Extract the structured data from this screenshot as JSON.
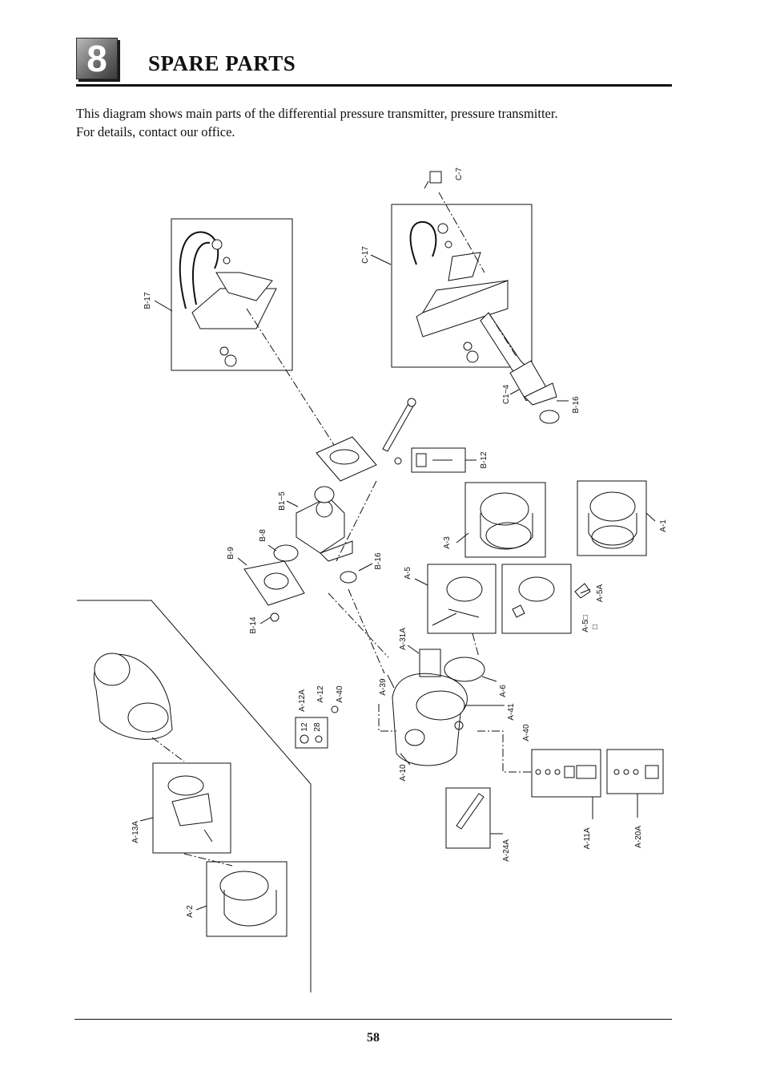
{
  "header": {
    "chapter_number": "8",
    "title": "SPARE PARTS"
  },
  "intro": {
    "line1": "This diagram shows main parts of the differential pressure transmitter, pressure transmitter.",
    "line2": "For details, contact our office."
  },
  "parts": {
    "C-7": "C-7",
    "C-17": "C-17",
    "B-17": "B-17",
    "C1-4": "C1~4",
    "B-16a": "B-16",
    "B-12": "B-12",
    "B1-5": "B1~5",
    "A-3": "A-3",
    "A-1": "A-1",
    "B-8": "B-8",
    "B-9": "B-9",
    "B-16b": "B-16",
    "A-5": "A-5",
    "A-5A": "A-5A",
    "A-5box": "A-5□",
    "A-5box2": "□",
    "B-14": "B-14",
    "A-31A": "A-31A",
    "A-39": "A-39",
    "A-6": "A-6",
    "A-12A": "A-12A",
    "A-12": "A-12",
    "A-40a": "A-40",
    "A-41": "A-41",
    "A-40b": "A-40",
    "A-10": "A-10",
    "A-11A": "A-11A",
    "A-20A": "A-20A",
    "A-24A": "A-24A",
    "A-13A": "A-13A",
    "A-2": "A-2",
    "n12": "12",
    "n28": "28"
  },
  "footer": {
    "page_number": "58"
  }
}
